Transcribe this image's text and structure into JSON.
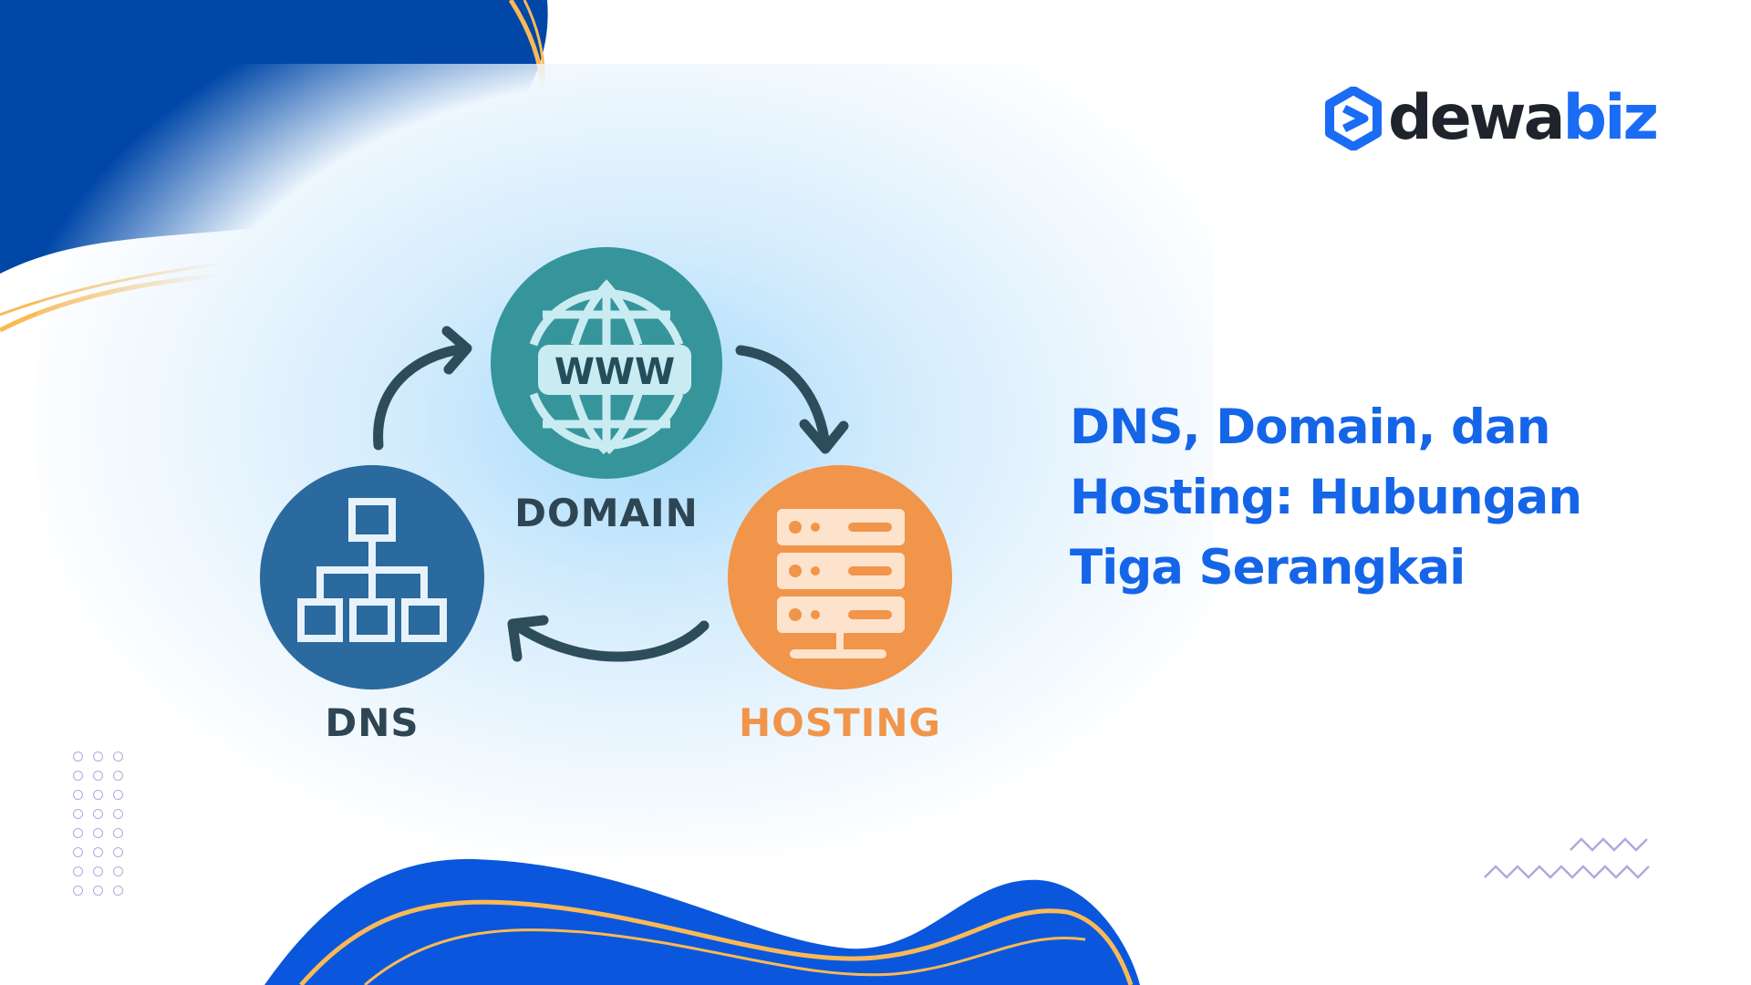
{
  "logo": {
    "part1": "dewa",
    "part2": "biz",
    "accent": "#1a6cf5",
    "dark": "#1f232b"
  },
  "title": "DNS, Domain, dan Hosting: Hubungan Tiga Serangkai",
  "diagram": {
    "domain": {
      "label": "DOMAIN",
      "badge": "WWW",
      "color": "#35959a"
    },
    "dns": {
      "label": "DNS",
      "color": "#2a6a9e"
    },
    "hosting": {
      "label": "HOSTING",
      "color": "#f0954a"
    }
  }
}
